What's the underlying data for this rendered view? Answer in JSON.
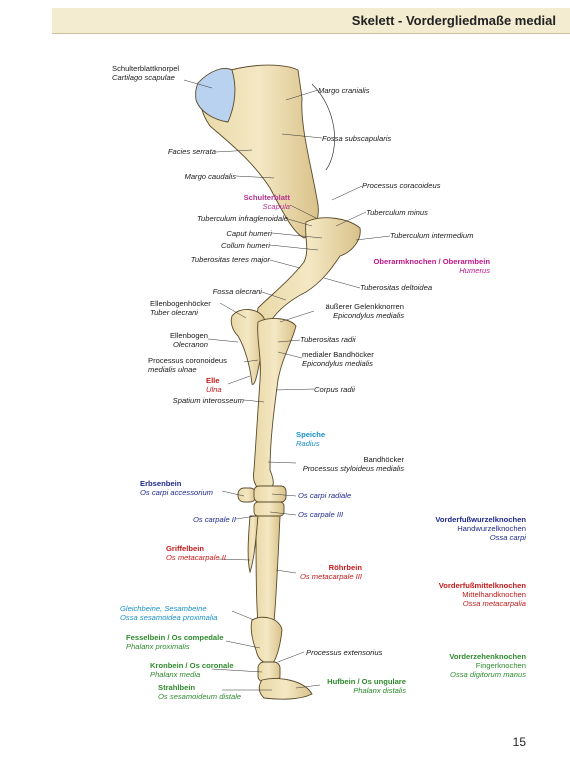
{
  "header": {
    "title": "Skelett - Vordergliedmaße medial"
  },
  "page_number": "15",
  "labels": {
    "schulterblattknorpel": {
      "de": "Schulterblattknorpel",
      "la": "Cartilago scapulae"
    },
    "margo_cranialis": {
      "la": "Margo cranialis"
    },
    "fossa_subscapularis": {
      "la": "Fossa subscapularis"
    },
    "facies_serrata": {
      "la": "Facies serrata"
    },
    "margo_caudalis": {
      "la": "Margo caudalis"
    },
    "processus_coracoideus": {
      "la": "Processus coracoideus"
    },
    "schulterblatt": {
      "de": "Schulterblatt",
      "la": "Scapula"
    },
    "tuberculum_minus": {
      "la": "Tuberculum minus"
    },
    "tuberculum_infraglenoidale": {
      "la": "Tuberculum infraglenoidale"
    },
    "caput_humeri": {
      "la": "Caput humeri"
    },
    "tuberculum_intermedium": {
      "la": "Tuberculum intermedium"
    },
    "collum_humeri": {
      "la": "Collum humeri"
    },
    "tuberositas_teres_major": {
      "la": "Tuberositas teres major"
    },
    "oberarmknochen": {
      "de": "Oberarmknochen / Oberarmbein",
      "la": "Humerus"
    },
    "tuberositas_deltoidea": {
      "la": "Tuberositas deltoidea"
    },
    "fossa_olecrani": {
      "la": "Fossa olecrani"
    },
    "ellenbogenhoecker": {
      "de": "Ellenbogenhöcker",
      "la": "Tuber olecrani"
    },
    "gelenkknorren": {
      "de": "äußerer Gelenkknorren",
      "la": "Epicondylus medialis"
    },
    "ellenbogen": {
      "de": "Ellenbogen",
      "la": "Olecranon"
    },
    "tuberositas_radii": {
      "la": "Tuberositas radii"
    },
    "bandhoecker_medial": {
      "de": "medialer Bandhöcker",
      "la": "Epicondylus medialis"
    },
    "processus_coronoideus": {
      "de": "Processus coronoideus",
      "la": "medialis ulnae"
    },
    "elle": {
      "de": "Elle",
      "la": "Ulna"
    },
    "corpus_radii": {
      "la": "Corpus radii"
    },
    "spatium_interosseum": {
      "la": "Spatium interosseum"
    },
    "speiche": {
      "de": "Speiche",
      "la": "Radius"
    },
    "bandhoecker": {
      "de": "Bandhöcker",
      "la": "Processus styloideus medialis"
    },
    "erbsenbein": {
      "de": "Erbsenbein",
      "la": "Os carpi accessorium"
    },
    "os_carpi_radiale": {
      "la": "Os carpi radiale"
    },
    "os_carpale_ii": {
      "la": "Os carpale II"
    },
    "os_carpale_iii": {
      "la": "Os carpale III"
    },
    "vorderfusswurzel": {
      "de": "Vorderfußwurzelknochen",
      "de2": "Handwurzelknochen",
      "la": "Ossa carpi"
    },
    "griffelbein": {
      "de": "Griffelbein",
      "la": "Os metacarpale II"
    },
    "roehrbein": {
      "de": "Röhrbein",
      "la": "Os metacarpale III"
    },
    "vorderfussmittel": {
      "de": "Vorderfußmittelknochen",
      "de2": "Mittelhandknochen",
      "la": "Ossa metacarpalia"
    },
    "gleichbeine": {
      "de": "Gleichbeine, Sesambeine",
      "la": "Ossa sesamoidea proximalia"
    },
    "fesselbein": {
      "de": "Fesselbein / Os compedale",
      "la": "Phalanx proximalis"
    },
    "processus_extensorius": {
      "la": "Processus extensorius"
    },
    "vorderzehen": {
      "de": "Vorderzehenknochen",
      "de2": "Fingerknochen",
      "la": "Ossa digitorum manus"
    },
    "kronbein": {
      "de": "Kronbein / Os coronale",
      "la": "Phalanx media"
    },
    "hufbein": {
      "de": "Hufbein / Os ungulare",
      "la": "Phalanx distalis"
    },
    "strahlbein": {
      "de": "Strahlbein",
      "la": "Os sesamoideum distale"
    }
  }
}
